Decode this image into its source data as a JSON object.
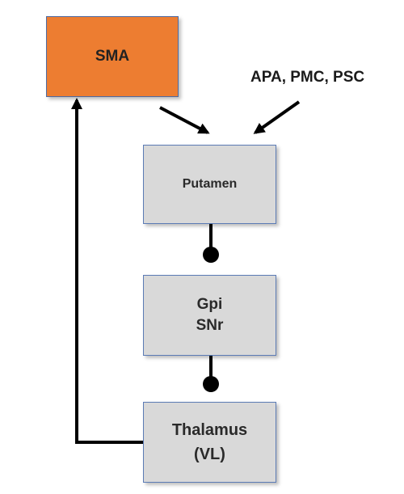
{
  "diagram": {
    "nodes": {
      "sma": {
        "lines": [
          "SMA"
        ],
        "color": "#ed7d31"
      },
      "putamen": {
        "lines": [
          "Putamen"
        ],
        "color": "#d9d9d9"
      },
      "gpi_snr": {
        "lines": [
          "Gpi",
          "SNr"
        ],
        "color": "#d9d9d9"
      },
      "thalamus": {
        "lines": [
          "Thalamus",
          "(VL)"
        ],
        "color": "#d9d9d9"
      }
    },
    "inputs_label": "APA, PMC, PSC",
    "edges": [
      {
        "from": "sma",
        "to": "putamen",
        "type": "excitatory-arrow"
      },
      {
        "from": "inputs",
        "to": "putamen",
        "type": "excitatory-arrow"
      },
      {
        "from": "putamen",
        "to": "gpi_snr",
        "type": "inhibitory-circle"
      },
      {
        "from": "gpi_snr",
        "to": "thalamus",
        "type": "inhibitory-circle"
      },
      {
        "from": "thalamus",
        "to": "sma",
        "type": "excitatory-arrow"
      }
    ]
  }
}
